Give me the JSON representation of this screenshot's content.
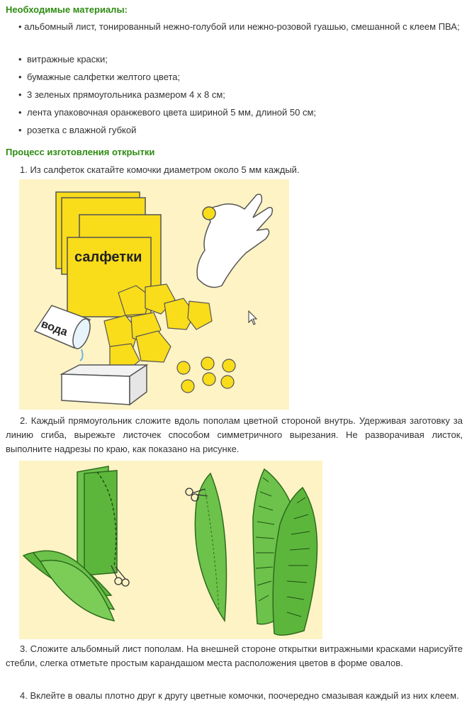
{
  "materials": {
    "heading": "Необходимые материалы:",
    "first": "• альбомный лист, тонированный нежно-голубой или нежно-розовой гуашью, смешанной с клеем ПВА;",
    "items": [
      "витражные краски;",
      "бумажные салфетки желтого цвета;",
      "3 зеленых прямоугольника размером 4 х 8 см;",
      "лента упаковочная оранжевого цвета шириной 5 мм, длиной 50 см;",
      "розетка с влажной губкой"
    ],
    "bullet_char": "•"
  },
  "process": {
    "heading": "Процесс изготовления открытки",
    "steps": [
      "1. Из салфеток скатайте комочки диаметром около 5 мм каждый.",
      "2. Каждый прямоугольник сложите вдоль пополам цветной стороной внутрь. Удерживая заготовку за линию сгиба, вырежьте листочек способом симметричного вырезания. Не разворачивая листок, выполните надрезы по краю, как показано на рисунке.",
      "3. Сложите альбомный лист пополам. На внешней стороне открытки витражными красками нарисуйте стебли, слегка отметьте простым карандашом места расположения цветов в форме овалов.",
      "4. Вклейте в овалы плотно друг к другу цветные комочки, поочередно смазывая каждый из них клеем."
    ]
  },
  "illustration1": {
    "napkin_label": "салфетки",
    "water_label": "вода"
  },
  "colors": {
    "heading": "#2e8b12",
    "text": "#333333",
    "illustration_bg": "#fdf3c4",
    "napkin_yellow": "#f9dc1a",
    "leaf_green": "#6cc24a",
    "leaf_dark": "#2d6b1c"
  }
}
